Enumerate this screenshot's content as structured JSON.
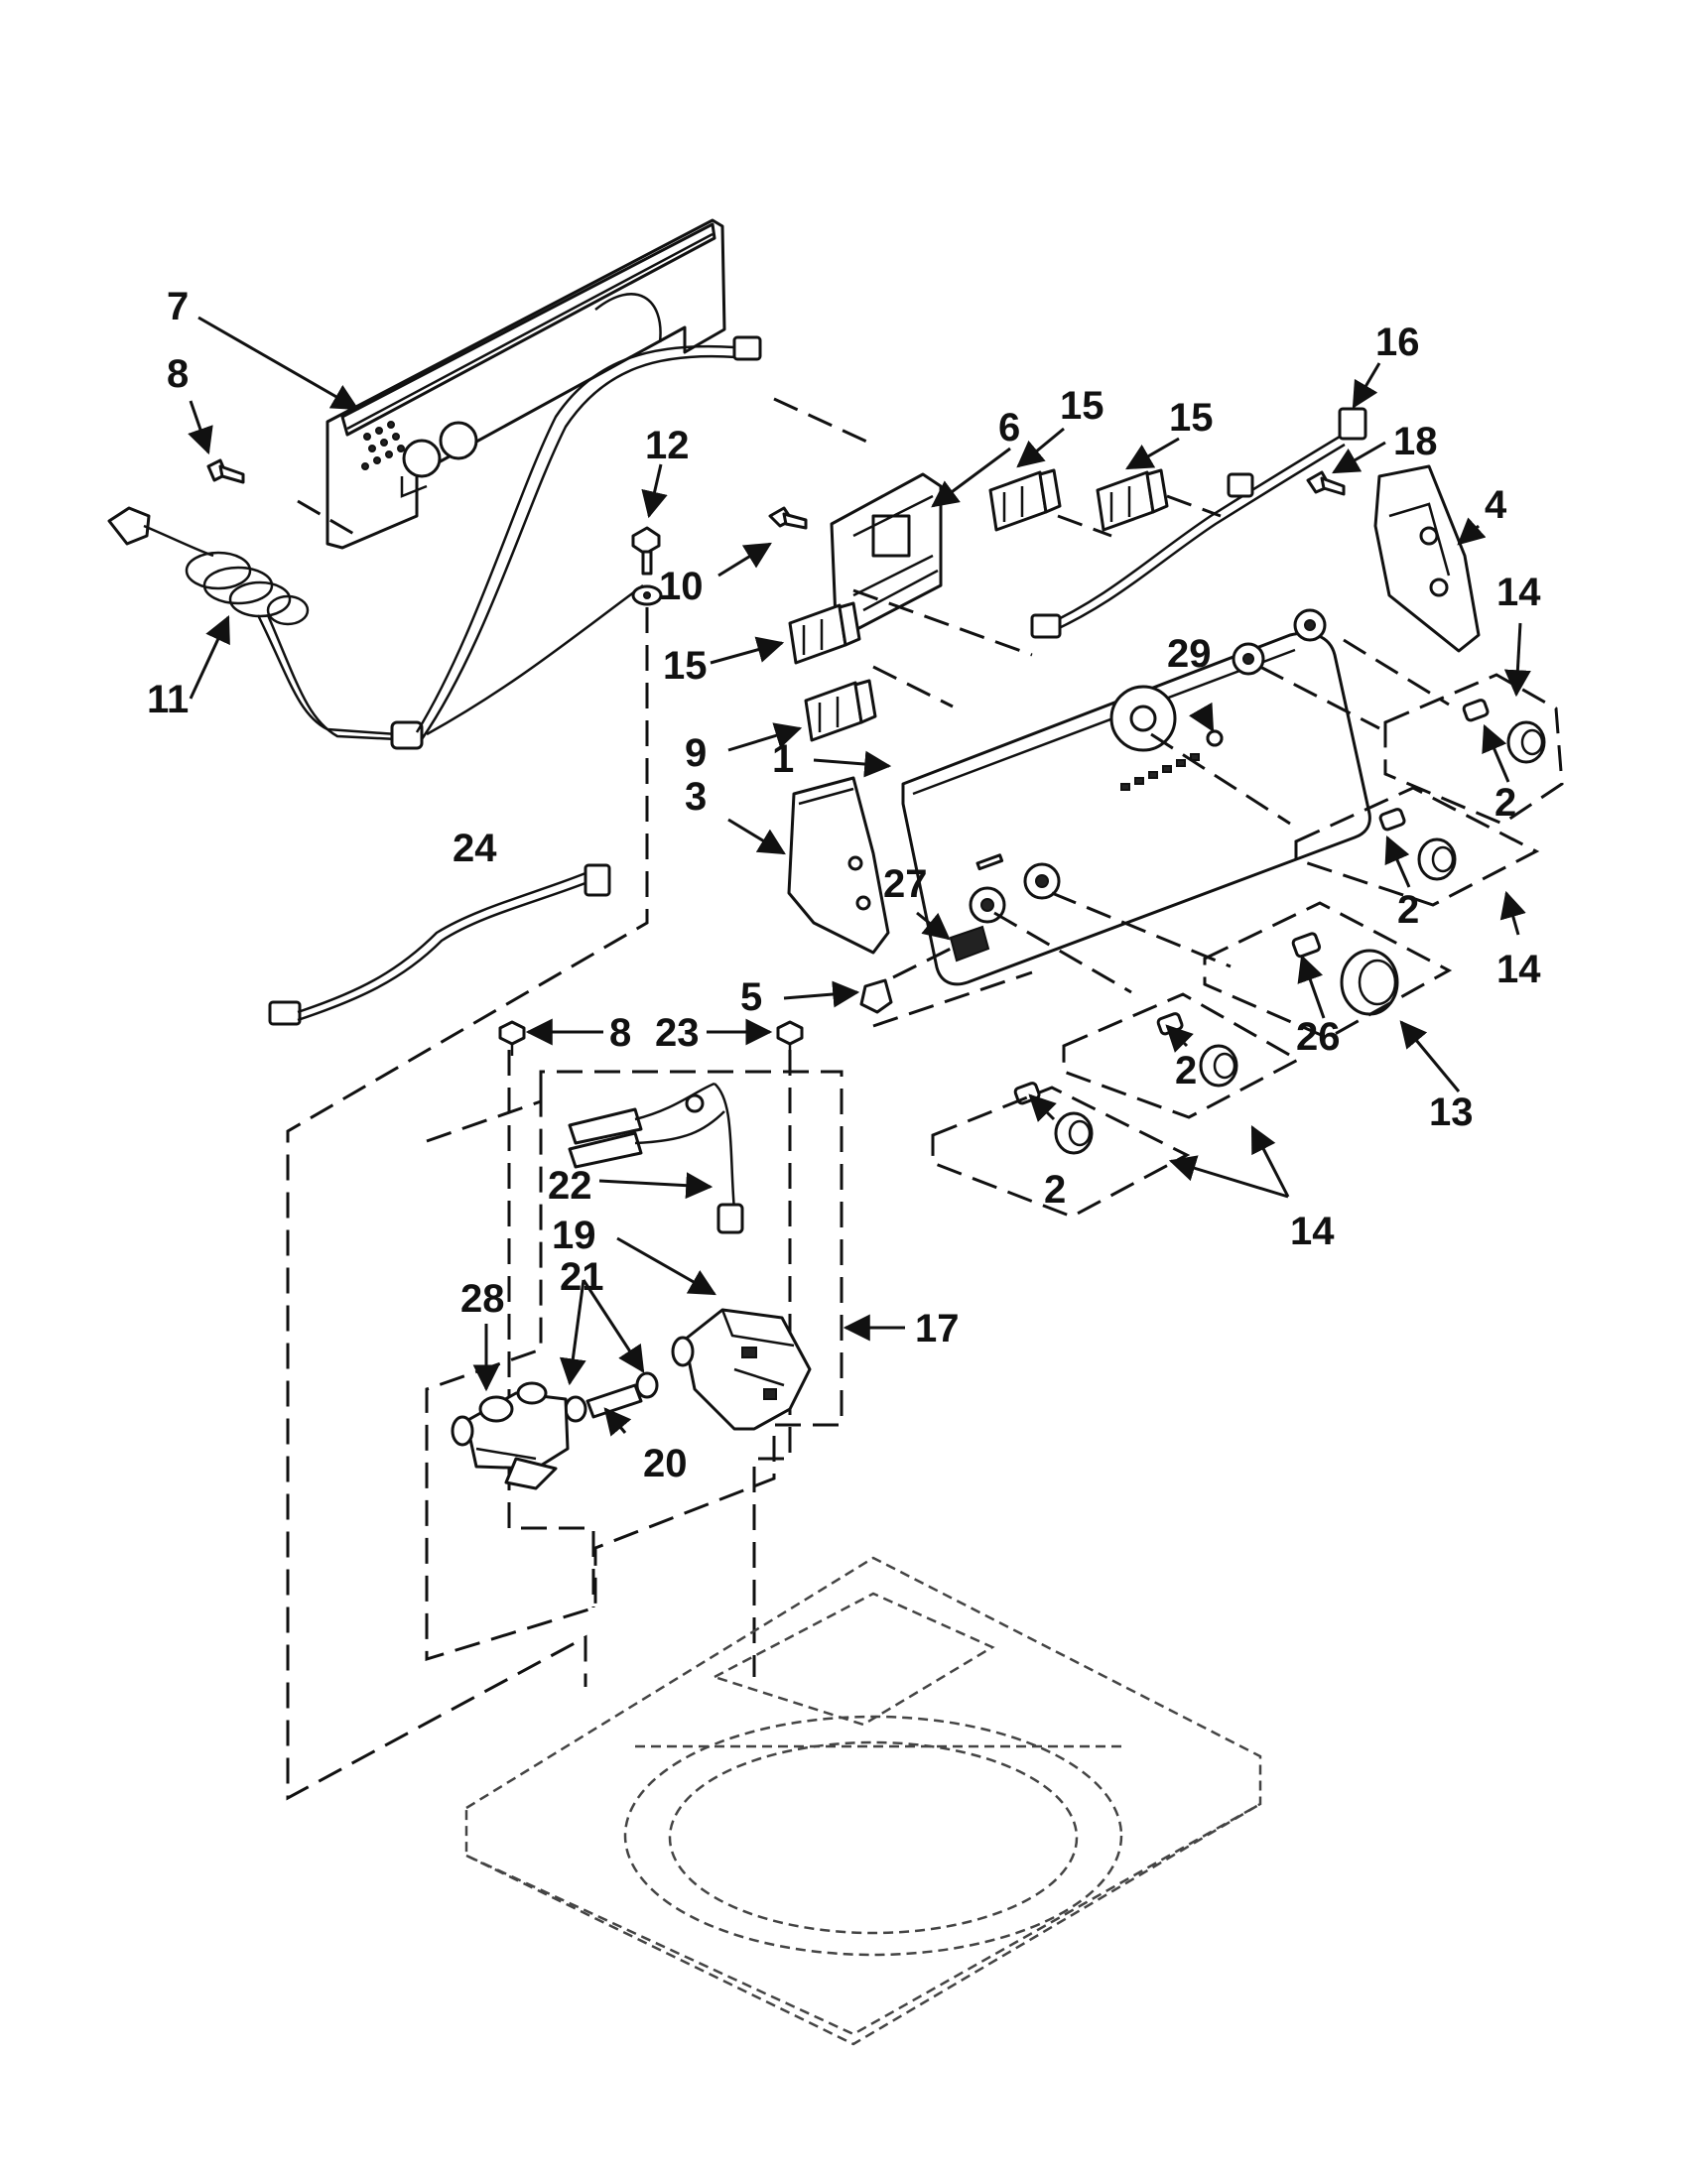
{
  "callouts": {
    "c1": "1",
    "c2a": "2",
    "c2b": "2",
    "c2c": "2",
    "c2d": "2",
    "c3": "3",
    "c4": "4",
    "c5": "5",
    "c6": "6",
    "c7": "7",
    "c8a": "8",
    "c8b": "8",
    "c9": "9",
    "c10": "10",
    "c11": "11",
    "c12": "12",
    "c13": "13",
    "c14a": "14",
    "c14b": "14",
    "c14c": "14",
    "c15a": "15",
    "c15b": "15",
    "c15c": "15",
    "c16": "16",
    "c17": "17",
    "c18": "18",
    "c19": "19",
    "c20": "20",
    "c21": "21",
    "c22": "22",
    "c23": "23",
    "c24": "24",
    "c26": "26",
    "c27": "27",
    "c28": "28",
    "c29": "29"
  }
}
